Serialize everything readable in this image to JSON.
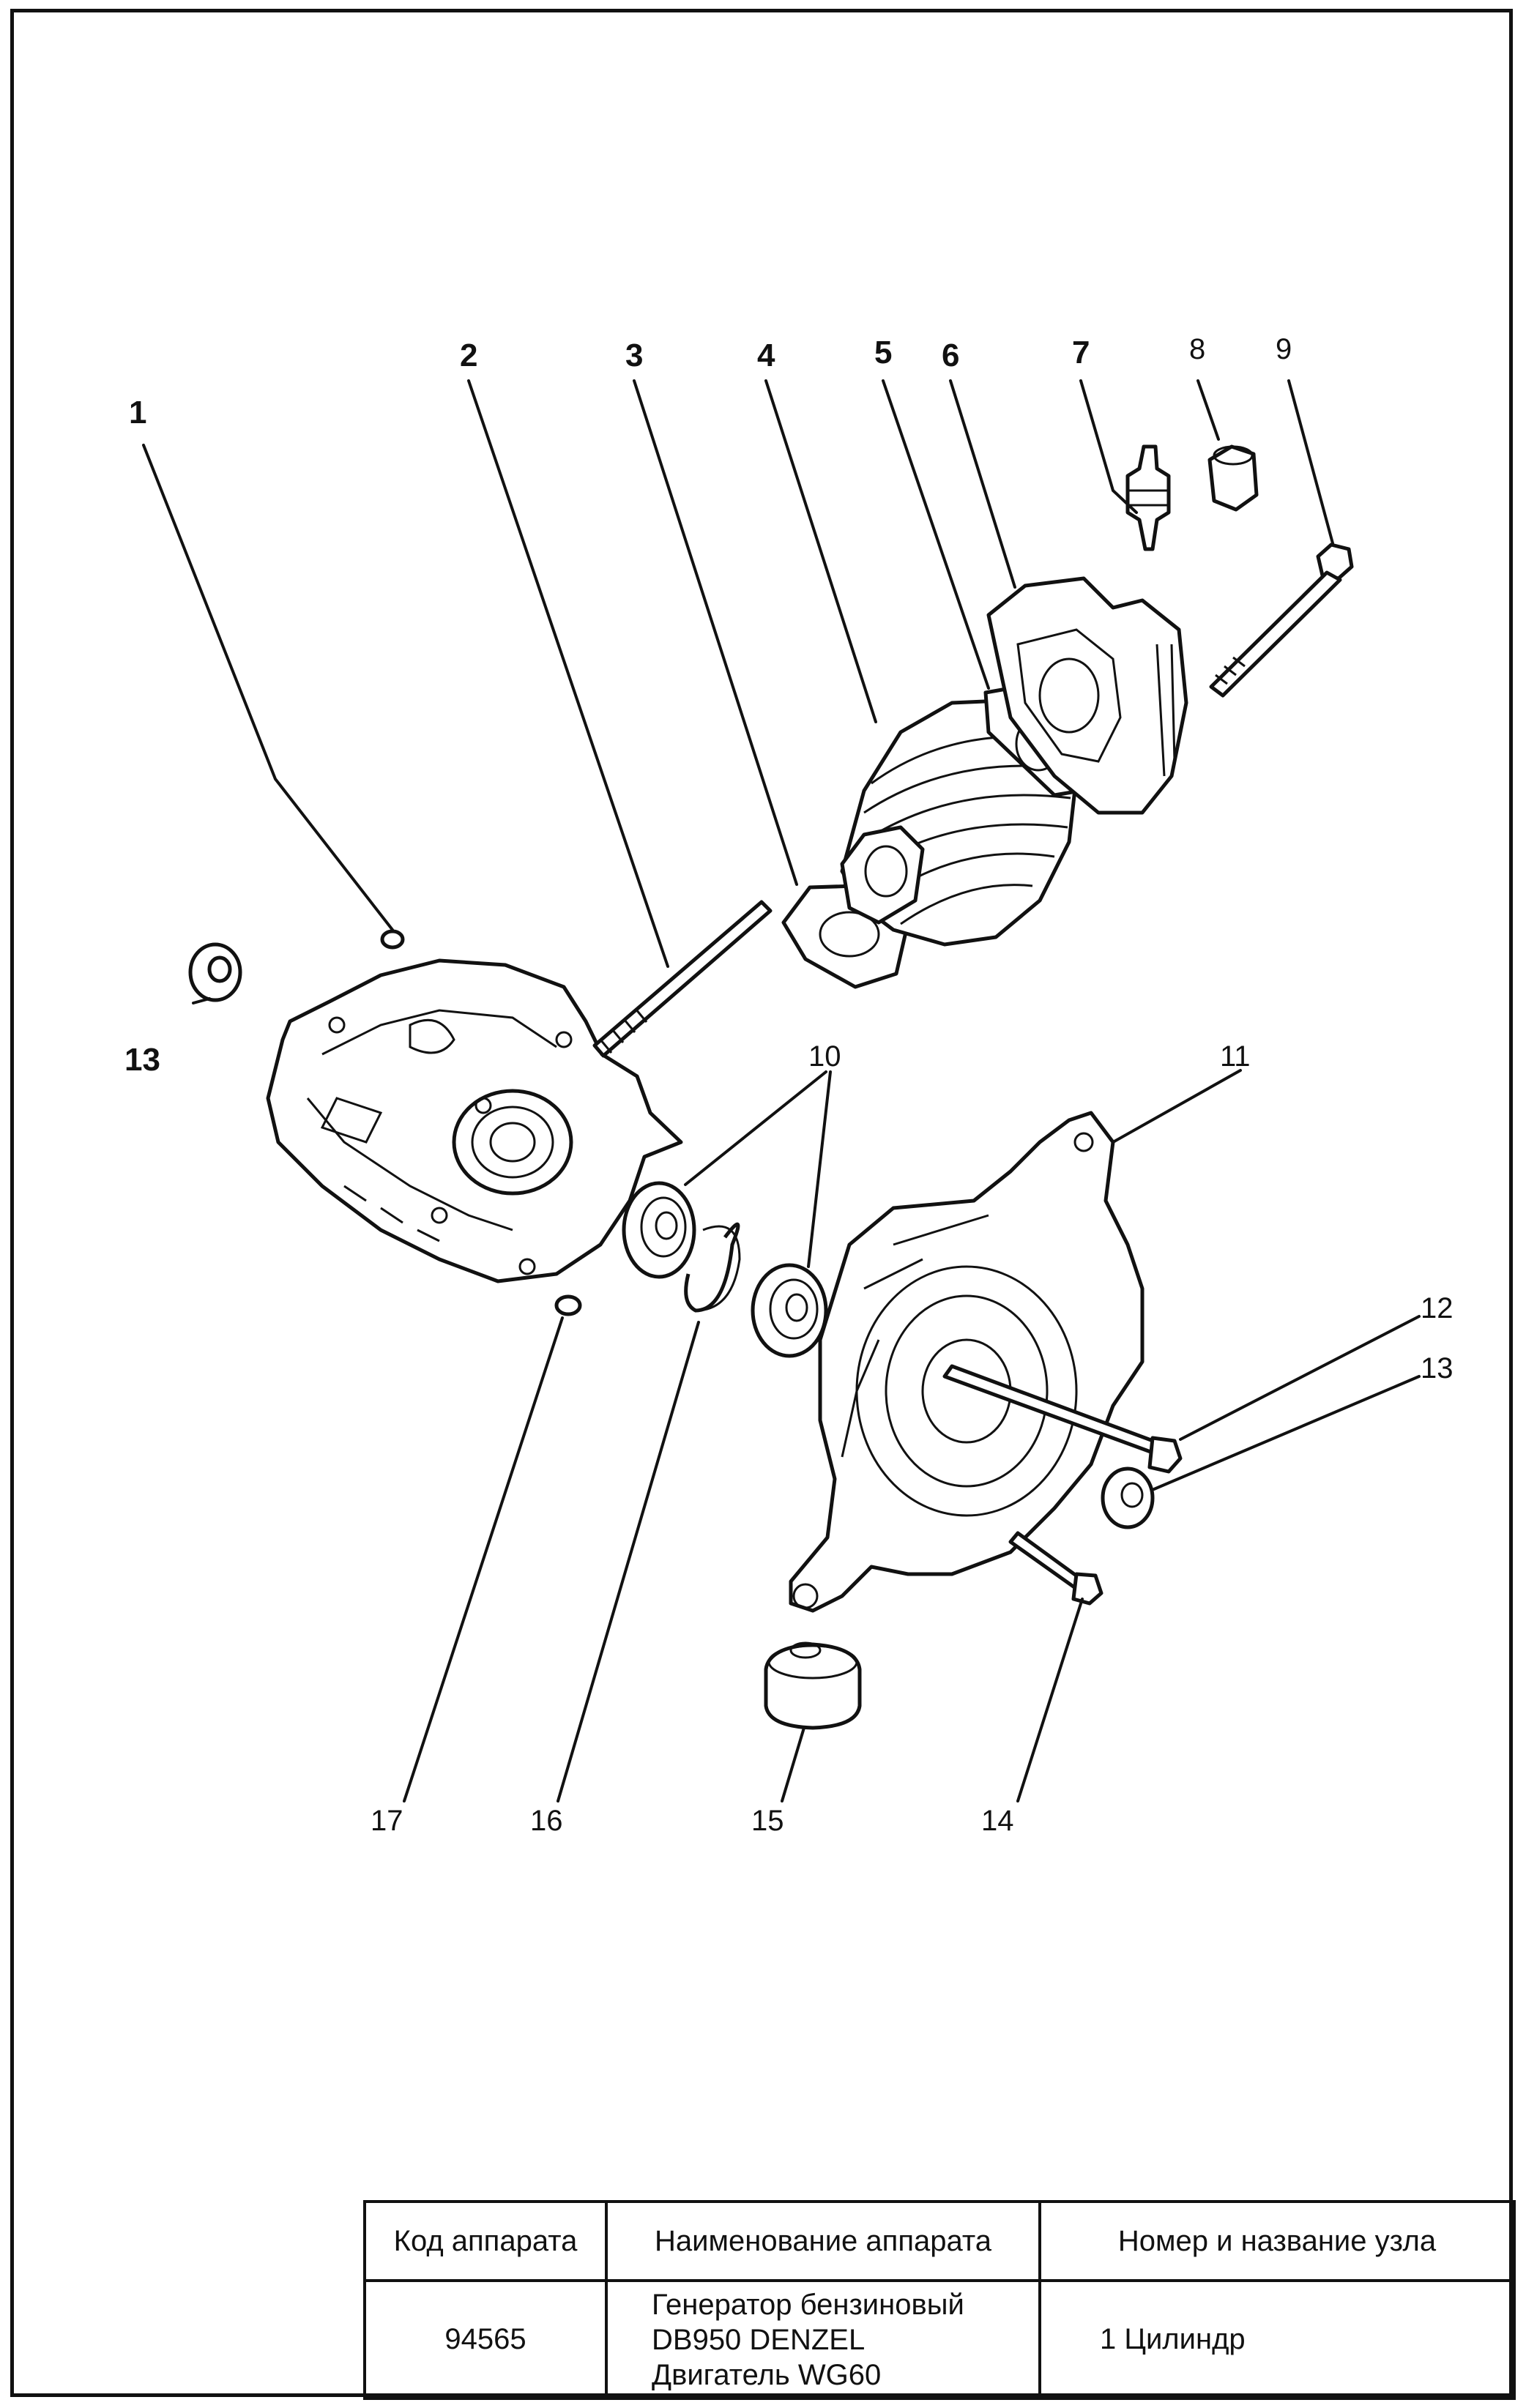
{
  "callouts": [
    {
      "label": "1"
    },
    {
      "label": "2"
    },
    {
      "label": "3"
    },
    {
      "label": "4"
    },
    {
      "label": "5"
    },
    {
      "label": "6"
    },
    {
      "label": "7"
    },
    {
      "label": "8"
    },
    {
      "label": "9"
    },
    {
      "label": "10"
    },
    {
      "label": "11"
    },
    {
      "label": "12"
    },
    {
      "label": "13"
    },
    {
      "label": "13"
    },
    {
      "label": "14"
    },
    {
      "label": "15"
    },
    {
      "label": "16"
    },
    {
      "label": "17"
    }
  ],
  "title_block": {
    "headers": {
      "code": "Код аппарата",
      "name": "Наименование аппарата",
      "unit": "Номер и название узла"
    },
    "row": {
      "code": "94565",
      "name_lines": [
        "Генератор бензиновый",
        "DB950 DENZEL",
        "Двигатель WG60"
      ],
      "unit": "1 Цилиндр"
    }
  }
}
